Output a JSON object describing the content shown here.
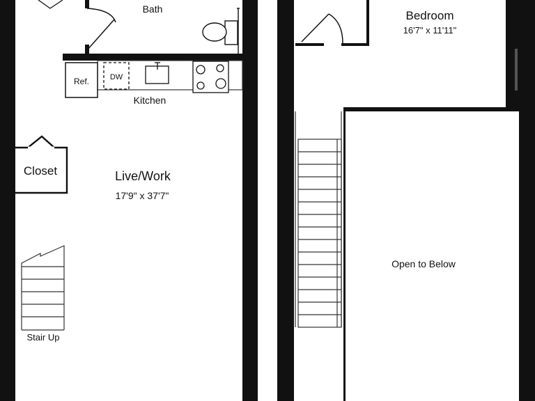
{
  "floor_plan": {
    "lower_level": {
      "bath": {
        "label": "Bath"
      },
      "kitchen": {
        "label": "Kitchen",
        "refrigerator_label": "Ref.",
        "dishwasher_label": "DW"
      },
      "closet": {
        "label": "Closet"
      },
      "live_work": {
        "label": "Live/Work",
        "dimensions": "17'9\" x 37'7\""
      },
      "stair": {
        "label": "Stair Up"
      }
    },
    "upper_level": {
      "bedroom": {
        "label": "Bedroom",
        "dimensions": "16'7\" x 11'11\""
      },
      "open_area": {
        "label": "Open to Below"
      }
    }
  },
  "colors": {
    "wall": "#111111",
    "fixture_line": "#333333",
    "background": "#ffffff"
  }
}
